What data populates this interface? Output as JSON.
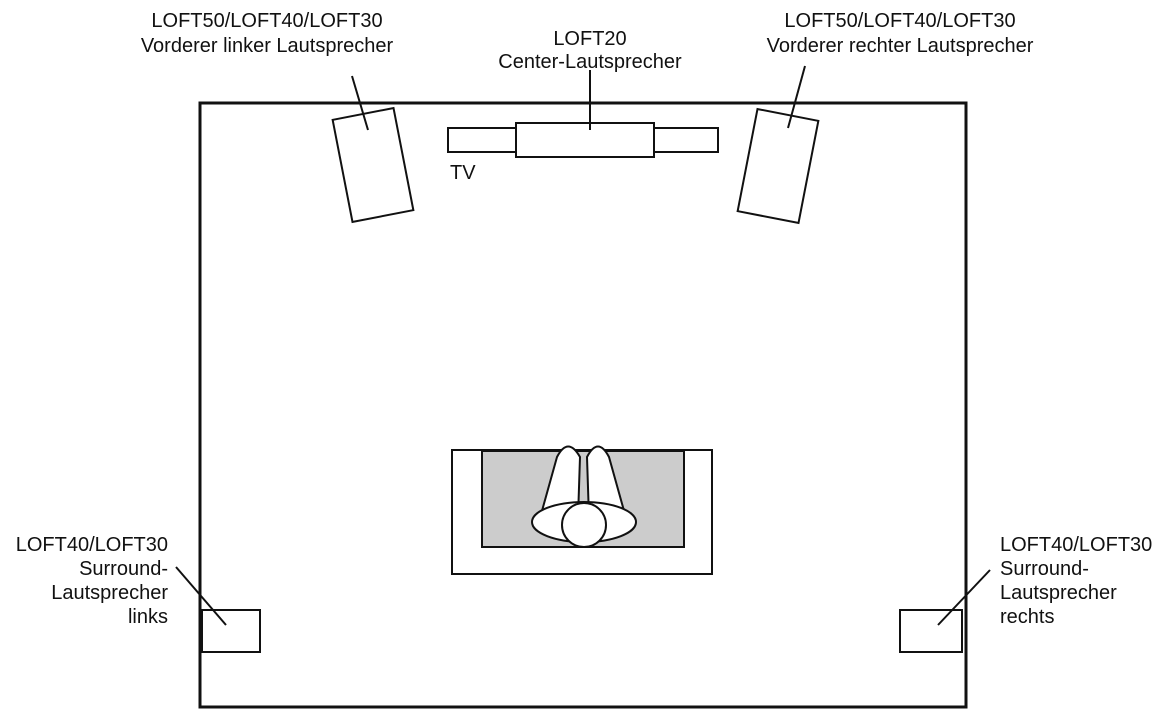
{
  "labels": {
    "front_left": {
      "line1": "LOFT50/LOFT40/LOFT30",
      "line2": "Vorderer linker Lautsprecher"
    },
    "center": {
      "line1": "LOFT20",
      "line2": "Center-Lautsprecher"
    },
    "front_right": {
      "line1": "LOFT50/LOFT40/LOFT30",
      "line2": "Vorderer rechter Lautsprecher"
    },
    "tv": "TV",
    "surround_left": {
      "line1": "LOFT40/LOFT30",
      "line2": "Surround-",
      "line3": "Lautsprecher",
      "line4": "links"
    },
    "surround_right": {
      "line1": "LOFT40/LOFT30",
      "line2": "Surround-",
      "line3": "Lautsprecher",
      "line4": "rechts"
    }
  },
  "colors": {
    "stroke": "#111111",
    "fill": "#ffffff",
    "seat_fill": "#cccccc"
  }
}
